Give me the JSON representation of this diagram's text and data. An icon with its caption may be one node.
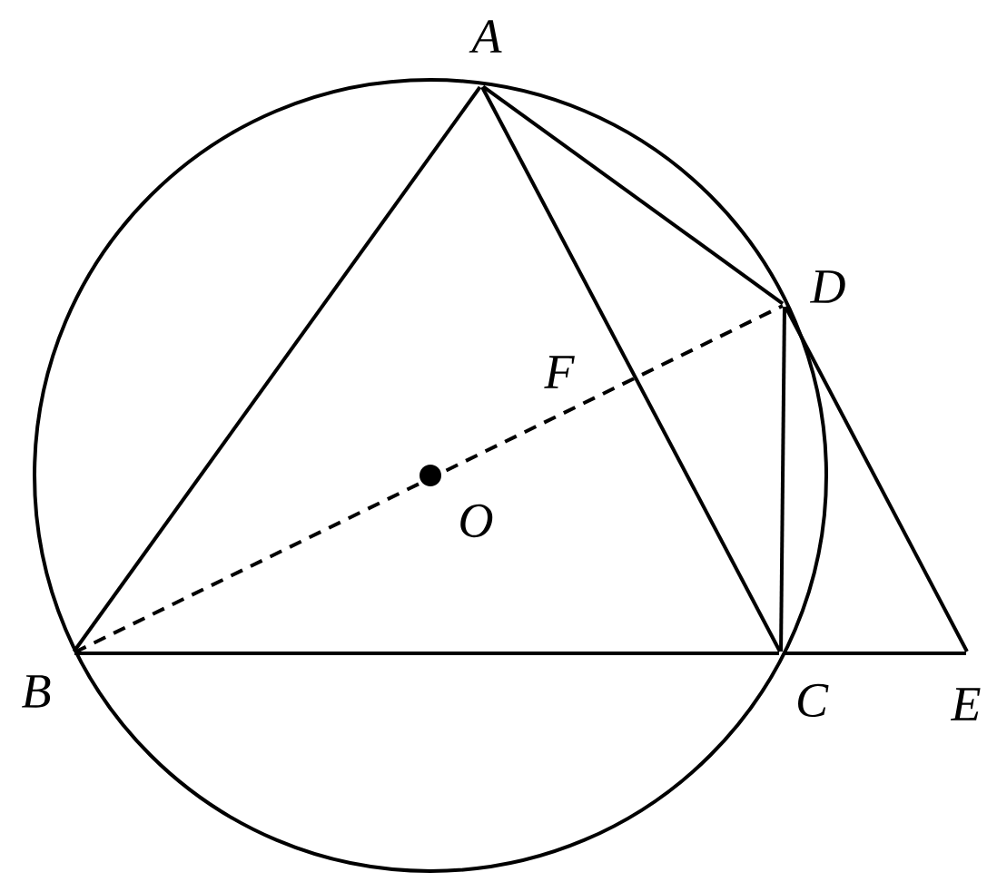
{
  "diagram": {
    "nodes": [
      {
        "text": [
          "A"
        ]
      },
      {
        "text": [
          "D"
        ]
      },
      {
        "text": [
          "F"
        ]
      },
      {
        "text": [
          "O"
        ]
      },
      {
        "text": [
          "B"
        ]
      },
      {
        "text": [
          "C"
        ]
      },
      {
        "text": [
          "E"
        ]
      }
    ],
    "edges": [
      {
        "from": 0,
        "to": 4,
        "arrow": "none"
      },
      {
        "from": 0,
        "to": 5,
        "arrow": "none"
      },
      {
        "from": 0,
        "to": 1,
        "arrow": "none"
      },
      {
        "from": 4,
        "to": 5,
        "arrow": "none"
      },
      {
        "from": 5,
        "to": 6,
        "arrow": "none"
      },
      {
        "from": 1,
        "to": 5,
        "arrow": "none"
      },
      {
        "from": 1,
        "to": 6,
        "arrow": "none"
      },
      {
        "from": 4,
        "to": 1,
        "arrow": "none",
        "style": "dashed"
      }
    ]
  }
}
